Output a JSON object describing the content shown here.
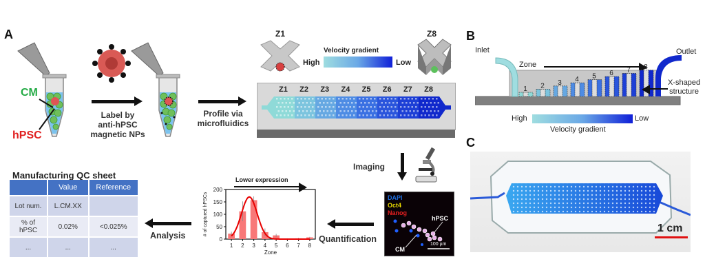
{
  "panels": {
    "a": "A",
    "b": "B",
    "c": "C"
  },
  "panel_a": {
    "tube_labels": {
      "cm": "CM",
      "hpsc": "hPSC"
    },
    "step1_label": [
      "Label by",
      "anti-hPSC",
      "magnetic NPs"
    ],
    "step2_label": [
      "Profile via",
      "microfluidics"
    ],
    "step3_label": "Imaging",
    "step4_label": "Quantification",
    "step5_label": "Analysis",
    "z1_label": "Z1",
    "z8_label": "Z8",
    "gradient": {
      "title": "Velocity gradient",
      "high": "High",
      "low": "Low"
    },
    "zones": [
      "Z1",
      "Z2",
      "Z3",
      "Z4",
      "Z5",
      "Z6",
      "Z7",
      "Z8"
    ],
    "zone_colors": [
      "#8fdad8",
      "#7cc4de",
      "#66a8e2",
      "#4e8ce4",
      "#3a70e2",
      "#2a55dc",
      "#1d3fd6",
      "#1028cc"
    ],
    "fluorescence": {
      "legend": [
        {
          "label": "DAPI",
          "color": "#1f6fe0"
        },
        {
          "label": "Oct4",
          "color": "#e8d800"
        },
        {
          "label": "Nanog",
          "color": "#e82020"
        }
      ],
      "hpsc_label": "hPSC",
      "cm_label": "CM",
      "scale": "100 µm"
    },
    "qc_sheet": {
      "title": "Manufacturing QC sheet",
      "headers": [
        "",
        "Value",
        "Reference"
      ],
      "rows": [
        [
          "Lot num.",
          "L.CM.XX",
          ""
        ],
        [
          "% of hPSC",
          "0.02%",
          "<0.025%"
        ],
        [
          "...",
          "...",
          "..."
        ]
      ]
    }
  },
  "chart_data": {
    "type": "bar",
    "title": "Lower expression",
    "xlabel": "Zone",
    "ylabel": "# of captured hPSCs",
    "categories": [
      "1",
      "2",
      "3",
      "4",
      "5",
      "6",
      "7",
      "8"
    ],
    "values": [
      22,
      112,
      157,
      28,
      15,
      2,
      3,
      7
    ],
    "errors": [
      8,
      40,
      15,
      15,
      6,
      1,
      2,
      2
    ],
    "fit_curve": {
      "peak_zone": 2.6,
      "peak_value": 170,
      "sigma": 0.7
    },
    "ylim": [
      0,
      200
    ],
    "yticks": [
      0,
      50,
      100,
      150,
      200
    ],
    "bar_color": "#f87878",
    "curve_color": "#e80000"
  },
  "panel_b": {
    "inlet": "Inlet",
    "outlet": "Outlet",
    "zone_label": "Zone",
    "zone_numbers": [
      "1",
      "2",
      "3",
      "4",
      "5",
      "6",
      "7",
      "8"
    ],
    "x_label": [
      "X-shaped",
      "structure"
    ],
    "gradient": {
      "title": "Velocity gradient",
      "high": "High",
      "low": "Low"
    }
  },
  "panel_c": {
    "scale_bar": "1 cm",
    "scale_color": "#e01010"
  }
}
